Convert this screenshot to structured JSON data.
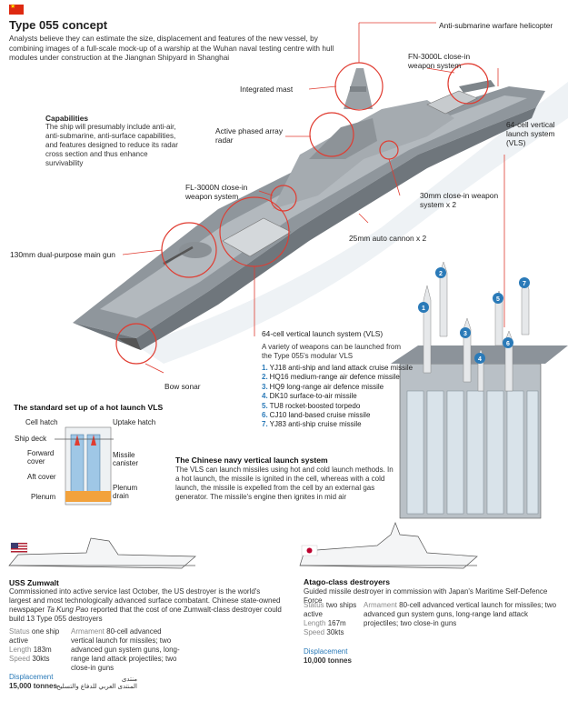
{
  "header": {
    "title": "Type 055 concept",
    "intro": "Analysts believe they can estimate the size, displacement and features of the new vessel, by combining images of a full-scale mock-up of a warship at the Wuhan naval testing centre with hull modules under construction at the Jiangnan Shipyard in Shanghai"
  },
  "capabilities": {
    "heading": "Capabilities",
    "text": "The ship will presumably include anti-air, anti-submarine, anti-surface capabilities, and features designed to reduce its radar cross section and thus enhance survivability"
  },
  "callouts": {
    "helicopter": "Anti-submarine warfare helicopter",
    "fn3000l": "FN-3000L close-in weapon system",
    "mast": "Integrated mast",
    "vls64_aft": "64-cell vertical launch system (VLS)",
    "radar": "Active phased array radar",
    "fl3000n": "FL-3000N close-in weapon system",
    "cwis30": "30mm close-in weapon system x 2",
    "cannon25": "25mm auto cannon x 2",
    "maingun": "130mm dual-purpose main gun",
    "vls64_fwd": "64-cell vertical launch system (VLS)",
    "bowsonar": "Bow sonar"
  },
  "vls": {
    "intro": "A variety of weapons can be launched from the Type 055's modular VLS",
    "missiles": [
      {
        "n": "1.",
        "text": "YJ18 anti-ship and land attack cruise missile"
      },
      {
        "n": "2.",
        "text": "HQ16 medium-range air defence missile"
      },
      {
        "n": "3.",
        "text": "HQ9 long-range air defence missile"
      },
      {
        "n": "4.",
        "text": "DK10 surface-to-air missile"
      },
      {
        "n": "5.",
        "text": "TU8 rocket-boosted torpedo"
      },
      {
        "n": "6.",
        "text": "CJ10 land-based cruise missile"
      },
      {
        "n": "7.",
        "text": "YJ83 anti-ship cruise missile"
      }
    ],
    "markers": [
      "1",
      "2",
      "3",
      "4",
      "5",
      "6",
      "7"
    ]
  },
  "hotlaunch": {
    "heading": "The standard set up of a hot launch VLS",
    "labels": {
      "cell_hatch": "Cell hatch",
      "uptake_hatch": "Uptake hatch",
      "ship_deck": "Ship deck",
      "forward_cover": "Forward cover",
      "missile_canister": "Missile canister",
      "aft_cover": "Aft cover",
      "plenum": "Plenum",
      "plenum_drain": "Plenum drain"
    }
  },
  "chinese_vls": {
    "heading": "The Chinese navy vertical launch system",
    "text": "The VLS can launch missiles using hot and cold launch methods. In a hot launch, the missile is ignited in the cell, whereas with a cold launch, the missile is expelled from the cell by an external gas generator. The missile's engine then ignites in mid air"
  },
  "zumwalt": {
    "name": "USS Zumwalt",
    "text_a": "Commissioned into active service last October, the US destroyer is the world's largest and most technologically advanced surface combatant. Chinese state-owned newspaper ",
    "paper": "Ta Kung Pao",
    "text_b": " reported that the cost of one Zumwalt-class destroyer could build 13 Type 055 destroyers",
    "status_label": "Status",
    "status": "one ship active",
    "length_label": "Length",
    "length": "183m",
    "speed_label": "Speed",
    "speed": "30kts",
    "armament_label": "Armament",
    "armament": "80-cell advanced vertical launch for missiles; two advanced gun system guns, long-range land attack projectiles; two close-in guns",
    "displacement_label": "Displacement",
    "displacement": "15,000 tonnes"
  },
  "atago": {
    "name": "Atago-class destroyers",
    "text": "Guided missile destroyer in commission with Japan's Maritime Self-Defence Force",
    "status_label": "Status",
    "status": "two ships active",
    "length_label": "Length",
    "length": "167m",
    "speed_label": "Speed",
    "speed": "30kts",
    "armament_label": "Armament",
    "armament": "80-cell advanced vertical launch for missiles; two advanced gun system guns, long-range land attack projectiles; two close-in guns",
    "displacement_label": "Displacement",
    "displacement": "10,000 tonnes"
  },
  "watermark": {
    "line1": "منتدى",
    "line2": "المنتدى العربي للدفاع والتسليح"
  },
  "colors": {
    "accent": "#2a7ab8",
    "callout_line": "#e03c31",
    "ship_grey": "#9aa0a6"
  }
}
